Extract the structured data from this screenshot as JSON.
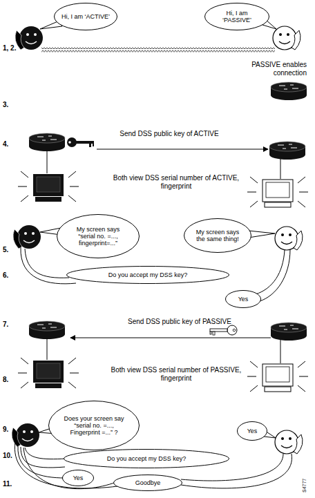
{
  "diagram": {
    "nodes": [
      {
        "text": [
          "Hi, I am ‘ACTIVE’"
        ]
      },
      {
        "text": [
          "Hi, I am ‘PASSIVE’"
        ]
      },
      {
        "text": [
          "My screen says “serial no. =..., fingerprint=...”"
        ]
      },
      {
        "text": [
          "My screen says the same thing!"
        ]
      },
      {
        "text": [
          "Do you accept my DSS key?"
        ]
      },
      {
        "text": [
          "Yes"
        ]
      },
      {
        "text": [
          "Does your screen say “serial no. =..., Fingerprint =...” ?"
        ]
      },
      {
        "text": [
          "Yes"
        ]
      },
      {
        "text": [
          "Do you accept my DSS key?"
        ]
      },
      {
        "text": [
          "Yes"
        ]
      },
      {
        "text": [
          "Goodbye"
        ]
      }
    ],
    "labels": [
      "1, 2.",
      "PASSIVE enables connection",
      "3.",
      "4.",
      "Send DSS public key of ACTIVE",
      "Both view DSS serial number of ACTIVE, fingerprint",
      "5.",
      "6.",
      "7.",
      "Send DSS public key of PASSIVE",
      "8.",
      "Both view DSS serial number of PASSIVE, fingerprint",
      "9.",
      "10.",
      "11.",
      "S4777"
    ]
  }
}
